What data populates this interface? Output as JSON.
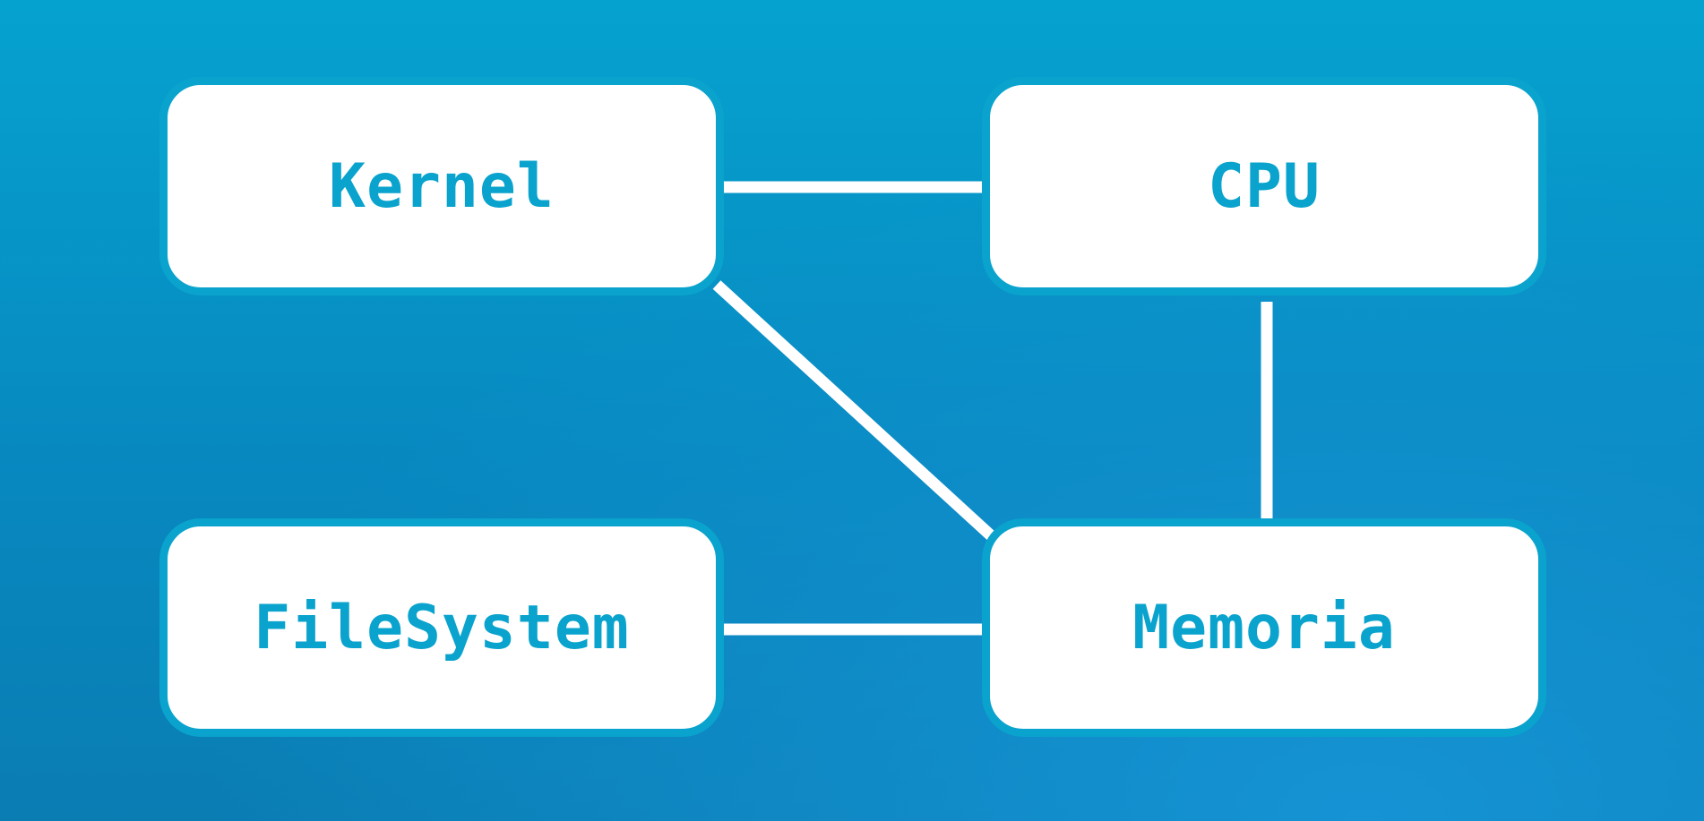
{
  "diagram": {
    "nodes": [
      {
        "id": "kernel",
        "label": "Kernel"
      },
      {
        "id": "cpu",
        "label": "CPU"
      },
      {
        "id": "filesystem",
        "label": "FileSystem"
      },
      {
        "id": "memoria",
        "label": "Memoria"
      }
    ],
    "edges": [
      {
        "from": "kernel",
        "to": "cpu"
      },
      {
        "from": "kernel",
        "to": "memoria"
      },
      {
        "from": "cpu",
        "to": "memoria"
      },
      {
        "from": "filesystem",
        "to": "memoria"
      }
    ]
  },
  "colors": {
    "node_fill": "#ffffff",
    "node_border": "#0aa3cd",
    "node_text": "#0aa3cd",
    "edge": "#ffffff",
    "background_top": "#06a2cf",
    "background_bottom": "#0a7db3"
  }
}
